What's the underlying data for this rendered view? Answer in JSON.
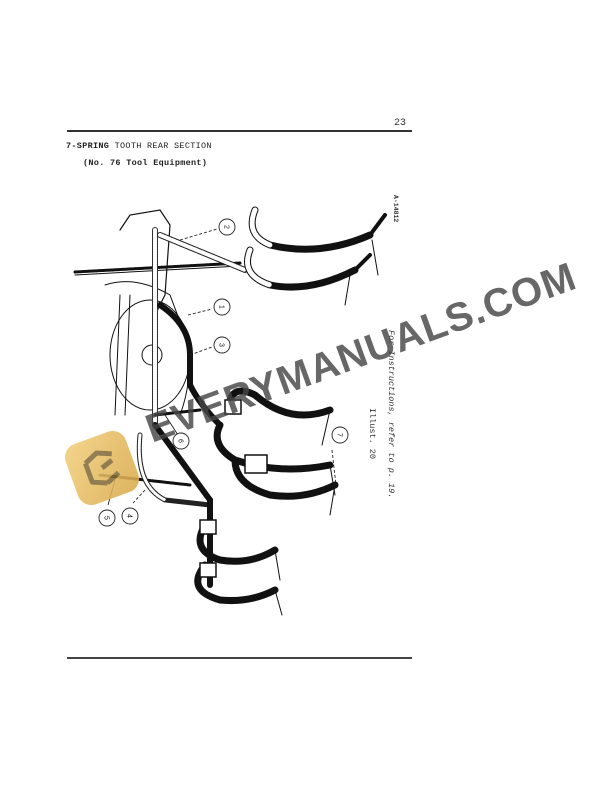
{
  "page": {
    "number": "23",
    "title_prefix": "7-SPRING",
    "title_rest": " TOOTH REAR SECTION",
    "subtitle": "(No. 76 Tool Equipment)"
  },
  "illustration": {
    "reference_code": "A-14812",
    "caption": "Illust. 20",
    "instruction": "For Instructions, refer to p. 19.",
    "callouts": [
      "2",
      "1",
      "3",
      "4",
      "5",
      "6",
      "7"
    ]
  },
  "watermark": {
    "text": "EVERYMANUALS.COM",
    "logo_letter": "E",
    "logo_color": "#e8bd62"
  }
}
